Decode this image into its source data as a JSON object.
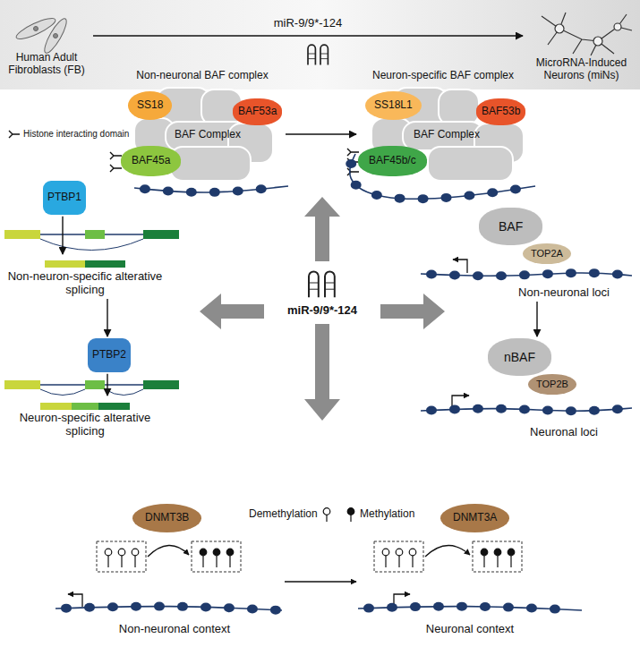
{
  "diagram": {
    "nodes": [
      {
        "text": [
          "Human Adult Fibroblasts (FB)"
        ]
      },
      {
        "text": [
          "MicroRNA-Induced Neurons (miNs)"
        ]
      },
      {
        "text": [
          "miR-9/9*-124"
        ]
      },
      {
        "text": [
          "Non-neuronal BAF complex",
          "BAF Complex"
        ]
      },
      {
        "text": [
          "SS18"
        ],
        "in": 3
      },
      {
        "text": [
          "BAF53a"
        ],
        "in": 3
      },
      {
        "text": [
          "BAF45a"
        ],
        "in": 3
      },
      {
        "text": [
          "Neuron-specific BAF complex",
          "BAF Complex"
        ]
      },
      {
        "text": [
          "SS18L1"
        ],
        "in": 7
      },
      {
        "text": [
          "BAF53b"
        ],
        "in": 7
      },
      {
        "text": [
          "BAF45b/c"
        ],
        "in": 7
      },
      {
        "text": [
          "PTBP1"
        ]
      },
      {
        "text": [
          "Non-neuron-specific alterative splicing"
        ]
      },
      {
        "text": [
          "PTBP2"
        ]
      },
      {
        "text": [
          "Neuron-specific alterative splicing"
        ]
      },
      {
        "text": [
          "BAF"
        ]
      },
      {
        "text": [
          "TOP2A"
        ]
      },
      {
        "text": [
          "Non-neuronal loci"
        ]
      },
      {
        "text": [
          "nBAF"
        ]
      },
      {
        "text": [
          "TOP2B"
        ]
      },
      {
        "text": [
          "Neuronal loci"
        ]
      },
      {
        "text": [
          "DNMT3B"
        ]
      },
      {
        "text": [
          "DNMT3A"
        ]
      }
    ],
    "edges": [
      {
        "from": 0,
        "to": 1,
        "arrow": "to",
        "label": "miR-9/9*-124"
      },
      {
        "from": 3,
        "to": 7,
        "arrow": "to"
      },
      {
        "from": 11,
        "to": 12,
        "arrow": "to"
      },
      {
        "from": 12,
        "to": 13,
        "arrow": "to"
      },
      {
        "from": 13,
        "to": 14,
        "arrow": "to"
      },
      {
        "from": 17,
        "to": 18,
        "arrow": "to"
      }
    ],
    "labels": [
      "Non-neuronal context",
      "Neuronal context"
    ],
    "legend": [
      {
        "text": "Histone interacting domain"
      },
      {
        "text": "Demethylation"
      },
      {
        "text": "Methylation"
      }
    ]
  }
}
